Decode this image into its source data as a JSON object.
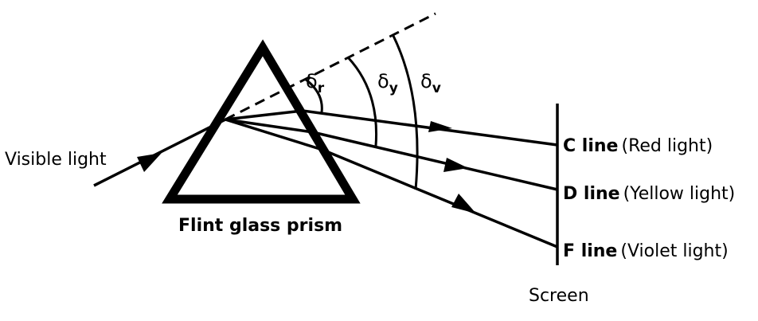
{
  "labels": {
    "incident": "Visible light",
    "prism": "Flint glass prism",
    "screen": "Screen"
  },
  "angles": {
    "red": {
      "symbol": "δ",
      "subscript": "r"
    },
    "yellow": {
      "symbol": "δ",
      "subscript": "y"
    },
    "violet": {
      "symbol": "δ",
      "subscript": "v"
    }
  },
  "lines": [
    {
      "name": "C line",
      "desc": "(Red light)"
    },
    {
      "name": "D line",
      "desc": "(Yellow light)"
    },
    {
      "name": "F line",
      "desc": "(Violet light)"
    }
  ],
  "colors": {
    "ink": "#000000",
    "background": "#ffffff"
  }
}
